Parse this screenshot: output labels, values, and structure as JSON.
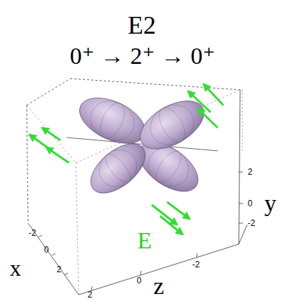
{
  "diagram": {
    "title": "E2",
    "labels": [
      "0⁺ → 2⁺ → 0⁺",
      "2",
      "0",
      "-2",
      "y",
      "-2",
      "0",
      "2",
      "x",
      "2",
      "0",
      "-2",
      "z",
      "E"
    ]
  }
}
